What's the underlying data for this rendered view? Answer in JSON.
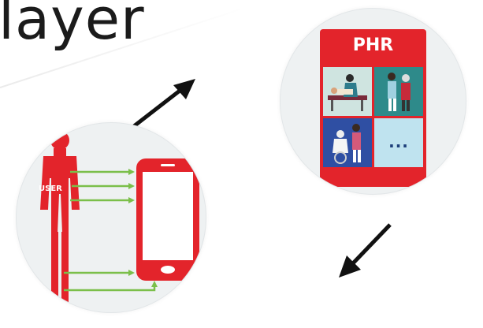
{
  "title": "layer",
  "phr_card": {
    "title": "PHR",
    "more_tile": "..."
  },
  "user_panel": {
    "user_label": "USER"
  },
  "colors": {
    "red": "#e3242b",
    "green": "#7bbf4a",
    "arrow": "#111111"
  }
}
